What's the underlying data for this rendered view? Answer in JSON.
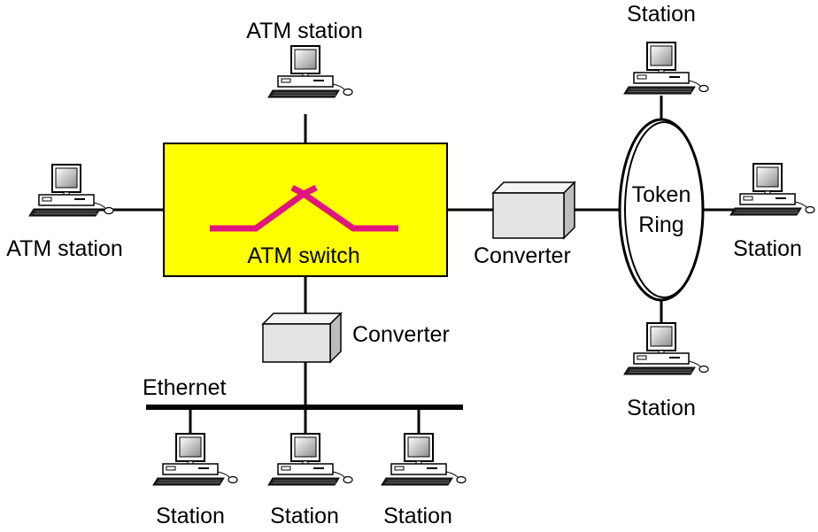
{
  "colors": {
    "switch_fill": "#ffff00",
    "switch_path": "#e0157f",
    "line": "#000000",
    "converter_front": "#e4e4e4",
    "converter_top": "#f5f5f5",
    "converter_side": "#bdbdbd"
  },
  "switch": {
    "label": "ATM switch"
  },
  "converters": {
    "right_label": "Converter",
    "bottom_label": "Converter"
  },
  "token_ring": {
    "line1": "Token",
    "line2": "Ring"
  },
  "ethernet": {
    "label": "Ethernet"
  },
  "stations": {
    "atm_top": "ATM station",
    "atm_left": "ATM station",
    "ring_top": "Station",
    "ring_right": "Station",
    "ring_bottom": "Station",
    "eth_1": "Station",
    "eth_2": "Station",
    "eth_3": "Station"
  },
  "icons": {
    "computer": "computer-icon",
    "converter": "converter-box-icon",
    "switch_path": "crossed-path-icon"
  }
}
